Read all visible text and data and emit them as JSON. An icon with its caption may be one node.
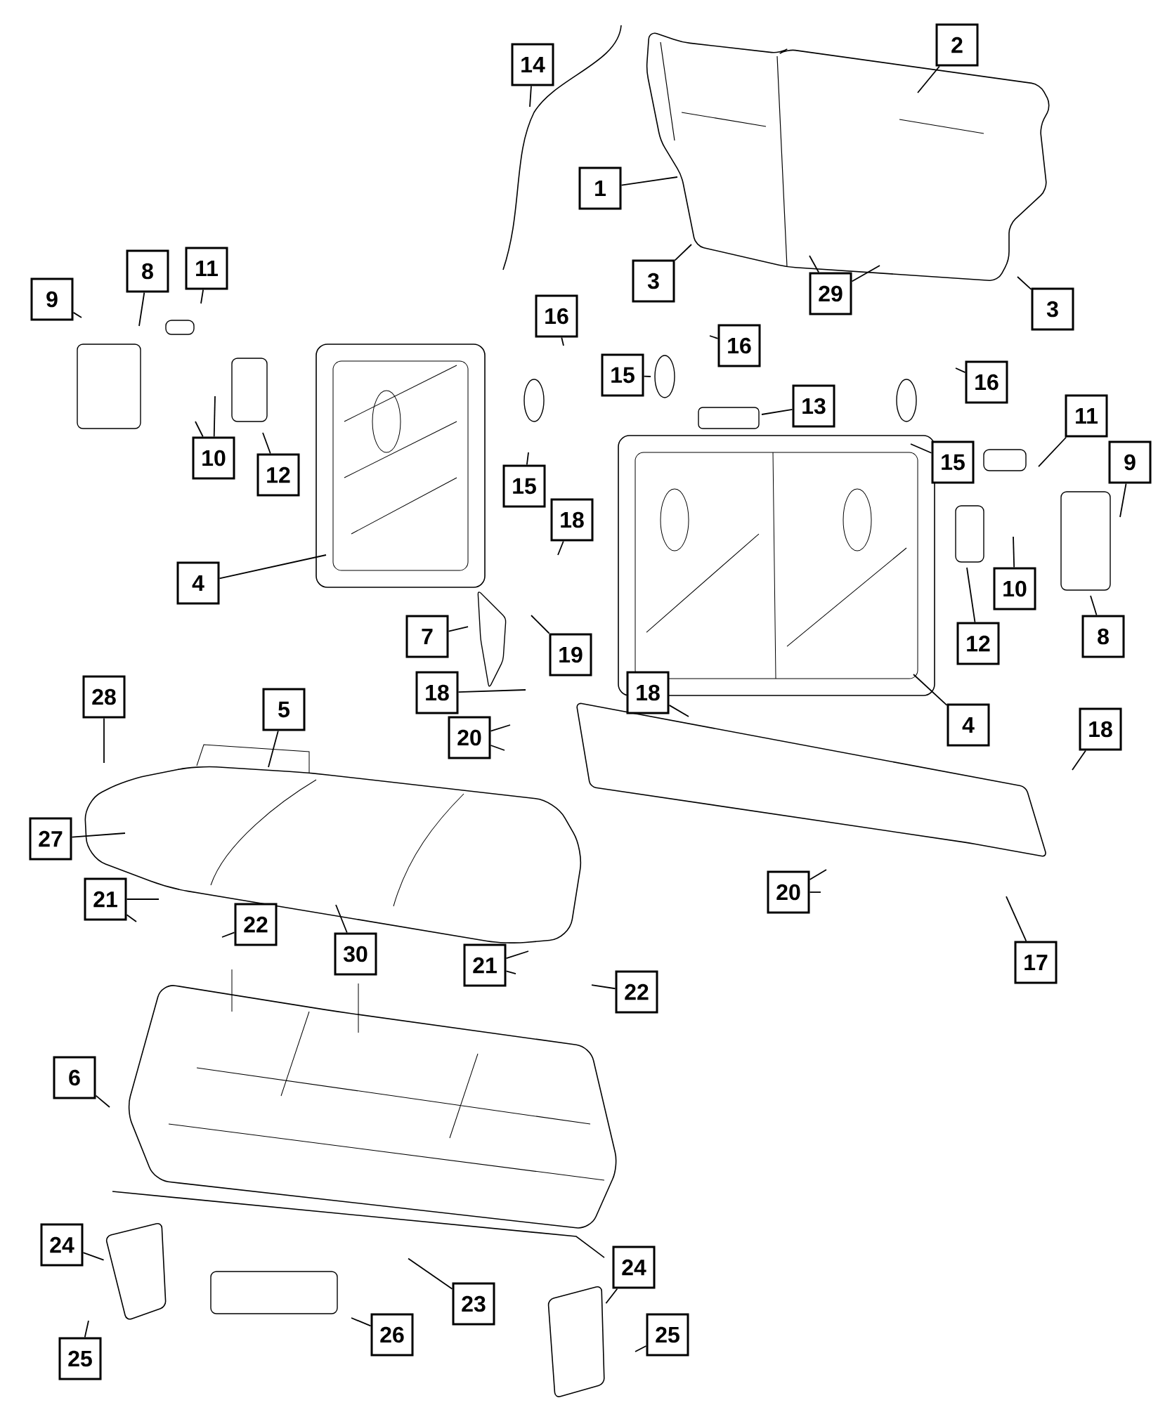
{
  "diagram": {
    "nodes": [
      {
        "text": [
          "14"
        ]
      },
      {
        "text": [
          "2"
        ]
      },
      {
        "text": [
          "1"
        ]
      },
      {
        "text": [
          "3"
        ]
      },
      {
        "text": [
          "29"
        ]
      },
      {
        "text": [
          "3"
        ]
      },
      {
        "text": [
          "8"
        ]
      },
      {
        "text": [
          "11"
        ]
      },
      {
        "text": [
          "9"
        ]
      },
      {
        "text": [
          "16"
        ]
      },
      {
        "text": [
          "16"
        ]
      },
      {
        "text": [
          "15"
        ]
      },
      {
        "text": [
          "16"
        ]
      },
      {
        "text": [
          "13"
        ]
      },
      {
        "text": [
          "11"
        ]
      },
      {
        "text": [
          "10"
        ]
      },
      {
        "text": [
          "12"
        ]
      },
      {
        "text": [
          "15"
        ]
      },
      {
        "text": [
          "15"
        ]
      },
      {
        "text": [
          "9"
        ]
      },
      {
        "text": [
          "18"
        ]
      },
      {
        "text": [
          "4"
        ]
      },
      {
        "text": [
          "10"
        ]
      },
      {
        "text": [
          "7"
        ]
      },
      {
        "text": [
          "8"
        ]
      },
      {
        "text": [
          "12"
        ]
      },
      {
        "text": [
          "19"
        ]
      },
      {
        "text": [
          "18"
        ]
      },
      {
        "text": [
          "18"
        ]
      },
      {
        "text": [
          "28"
        ]
      },
      {
        "text": [
          "5"
        ]
      },
      {
        "text": [
          "4"
        ]
      },
      {
        "text": [
          "18"
        ]
      },
      {
        "text": [
          "20"
        ]
      },
      {
        "text": [
          "27"
        ]
      },
      {
        "text": [
          "20"
        ]
      },
      {
        "text": [
          "21"
        ]
      },
      {
        "text": [
          "22"
        ]
      },
      {
        "text": [
          "30"
        ]
      },
      {
        "text": [
          "17"
        ]
      },
      {
        "text": [
          "21"
        ]
      },
      {
        "text": [
          "22"
        ]
      },
      {
        "text": [
          "6"
        ]
      },
      {
        "text": [
          "24"
        ]
      },
      {
        "text": [
          "24"
        ]
      },
      {
        "text": [
          "23"
        ]
      },
      {
        "text": [
          "26"
        ]
      },
      {
        "text": [
          "25"
        ]
      },
      {
        "text": [
          "25"
        ]
      },
      {
        "text": [],
        "shape": "bar"
      },
      {
        "text": [],
        "shape": "picture"
      },
      {
        "text": [],
        "shape": "picture"
      }
    ],
    "edges": [
      {
        "from": 0,
        "to": null,
        "arrow": "none"
      },
      {
        "from": 1,
        "to": null,
        "arrow": "none"
      },
      {
        "from": 2,
        "to": null,
        "arrow": "none"
      },
      {
        "from": 3,
        "to": null,
        "arrow": "none"
      },
      {
        "from": 4,
        "to": null,
        "arrow": "none"
      },
      {
        "from": 4,
        "to": null,
        "arrow": "none"
      },
      {
        "from": 5,
        "to": null,
        "arrow": "none"
      },
      {
        "from": 6,
        "to": null,
        "arrow": "none"
      },
      {
        "from": 7,
        "to": null,
        "arrow": "none"
      },
      {
        "from": 8,
        "to": null,
        "arrow": "none"
      },
      {
        "from": 9,
        "to": null,
        "arrow": "none"
      },
      {
        "from": 10,
        "to": null,
        "arrow": "none"
      },
      {
        "from": 11,
        "to": null,
        "arrow": "none"
      },
      {
        "from": 12,
        "to": null,
        "arrow": "none"
      },
      {
        "from": 13,
        "to": null,
        "arrow": "none"
      },
      {
        "from": 14,
        "to": null,
        "arrow": "none"
      },
      {
        "from": 15,
        "to": null,
        "arrow": "none"
      },
      {
        "from": 15,
        "to": null,
        "arrow": "none"
      },
      {
        "from": 16,
        "to": null,
        "arrow": "none"
      },
      {
        "from": 17,
        "to": null,
        "arrow": "none"
      },
      {
        "from": 18,
        "to": null,
        "arrow": "none"
      },
      {
        "from": 19,
        "to": null,
        "arrow": "none"
      },
      {
        "from": 20,
        "to": null,
        "arrow": "none"
      },
      {
        "from": 21,
        "to": null,
        "arrow": "none"
      },
      {
        "from": 22,
        "to": null,
        "arrow": "none"
      },
      {
        "from": 23,
        "to": null,
        "arrow": "none"
      },
      {
        "from": 24,
        "to": null,
        "arrow": "none"
      },
      {
        "from": 25,
        "to": null,
        "arrow": "none"
      },
      {
        "from": 26,
        "to": null,
        "arrow": "none"
      },
      {
        "from": 27,
        "to": null,
        "arrow": "none"
      },
      {
        "from": 28,
        "to": null,
        "arrow": "none"
      },
      {
        "from": 29,
        "to": null,
        "arrow": "none"
      },
      {
        "from": 30,
        "to": null,
        "arrow": "none"
      },
      {
        "from": 31,
        "to": null,
        "arrow": "none"
      },
      {
        "from": 32,
        "to": null,
        "arrow": "none"
      },
      {
        "from": 33,
        "to": null,
        "arrow": "none"
      },
      {
        "from": 33,
        "to": null,
        "arrow": "none"
      },
      {
        "from": 34,
        "to": null,
        "arrow": "none"
      },
      {
        "from": 35,
        "to": null,
        "arrow": "none"
      },
      {
        "from": 35,
        "to": null,
        "arrow": "none"
      },
      {
        "from": 36,
        "to": null,
        "arrow": "none"
      },
      {
        "from": 36,
        "to": null,
        "arrow": "none"
      },
      {
        "from": 37,
        "to": null,
        "arrow": "none"
      },
      {
        "from": 38,
        "to": null,
        "arrow": "none"
      },
      {
        "from": 39,
        "to": null,
        "arrow": "none"
      },
      {
        "from": 40,
        "to": null,
        "arrow": "none"
      },
      {
        "from": 40,
        "to": null,
        "arrow": "none"
      },
      {
        "from": 41,
        "to": null,
        "arrow": "none"
      },
      {
        "from": 42,
        "to": null,
        "arrow": "none"
      },
      {
        "from": 43,
        "to": 50,
        "arrow": "none"
      },
      {
        "from": 44,
        "to": 51,
        "arrow": "none"
      },
      {
        "from": 45,
        "to": 49,
        "arrow": "none"
      },
      {
        "from": 46,
        "to": null,
        "arrow": "none"
      },
      {
        "from": 47,
        "to": null,
        "arrow": "none"
      },
      {
        "from": 48,
        "to": null,
        "arrow": "none"
      }
    ]
  }
}
